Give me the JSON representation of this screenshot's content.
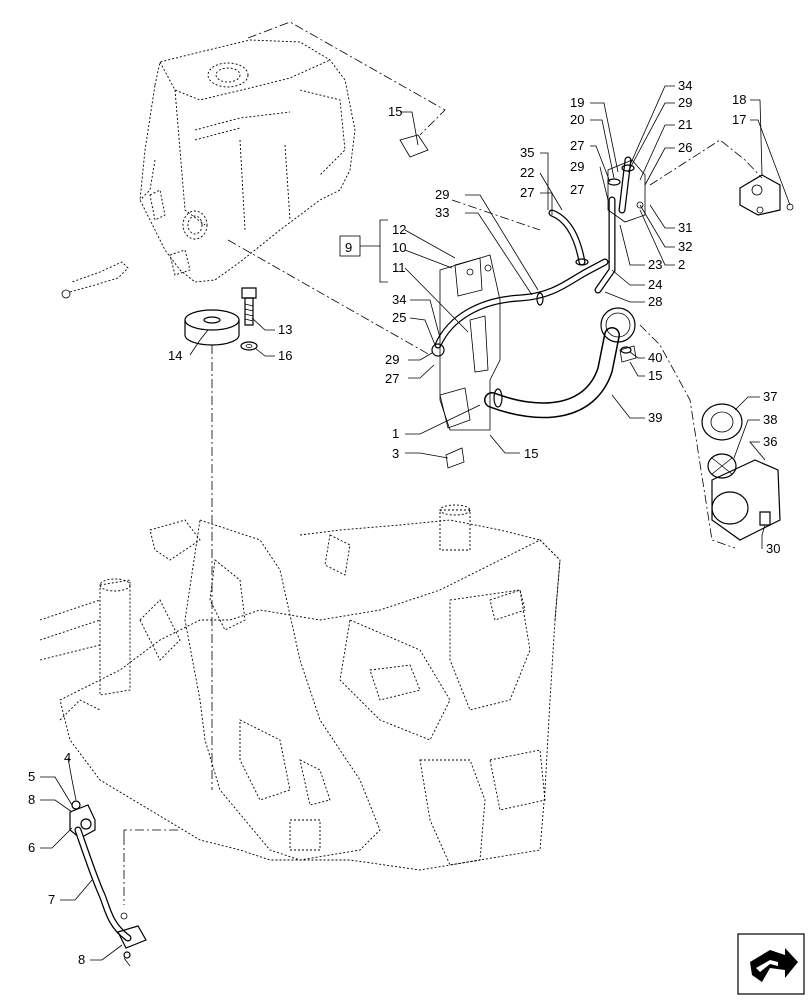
{
  "callouts": {
    "c15a": "15",
    "c14": "14",
    "c13": "13",
    "c16": "16",
    "c9": "9",
    "c12": "12",
    "c10": "10",
    "c11": "11",
    "c34a": "34",
    "c25": "25",
    "c29a": "29",
    "c27a": "27",
    "c1": "1",
    "c3": "3",
    "c15b": "15",
    "c35": "35",
    "c22": "22",
    "c27b": "27",
    "c29b": "29",
    "c33": "33",
    "c19": "19",
    "c20": "20",
    "c27c": "27",
    "c29c": "29",
    "c27d": "27",
    "c34b": "34",
    "c29d": "29",
    "c21": "21",
    "c26": "26",
    "c31": "31",
    "c32": "32",
    "c2": "2",
    "c23": "23",
    "c24": "24",
    "c28": "28",
    "c40": "40",
    "c15c": "15",
    "c39": "39",
    "c18": "18",
    "c17": "17",
    "c37": "37",
    "c38": "38",
    "c36": "36",
    "c30": "30",
    "c4": "4",
    "c5": "5",
    "c8a": "8",
    "c6": "6",
    "c7": "7",
    "c8b": "8"
  },
  "icons": [
    "orientation-arrow-icon"
  ],
  "colors": {
    "line": "#000000",
    "background": "#ffffff"
  }
}
